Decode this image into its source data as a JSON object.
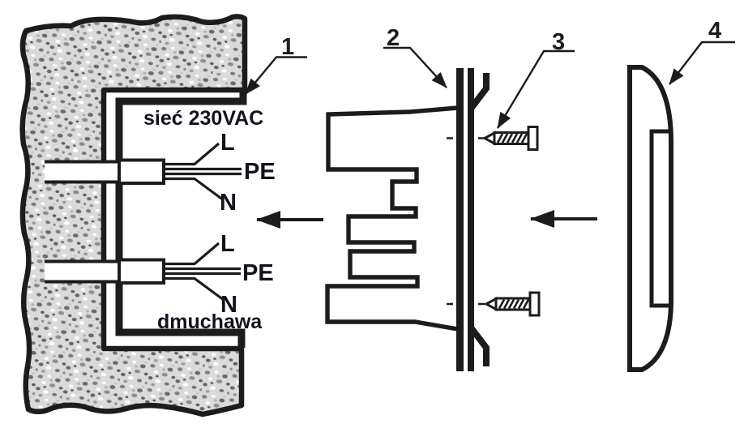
{
  "colors": {
    "ink": "#1c1c1c",
    "text": "#13131f",
    "wall_fill": "#dadada"
  },
  "wall": {
    "mains_label": "sieć 230VAC",
    "blower_label": "dmuchawa"
  },
  "cable_top": {
    "l": "L",
    "pe": "PE",
    "n": "N"
  },
  "cable_bottom": {
    "l": "L",
    "pe": "PE",
    "n": "N"
  },
  "callouts": {
    "c1": "1",
    "c2": "2",
    "c3": "3",
    "c4": "4"
  }
}
